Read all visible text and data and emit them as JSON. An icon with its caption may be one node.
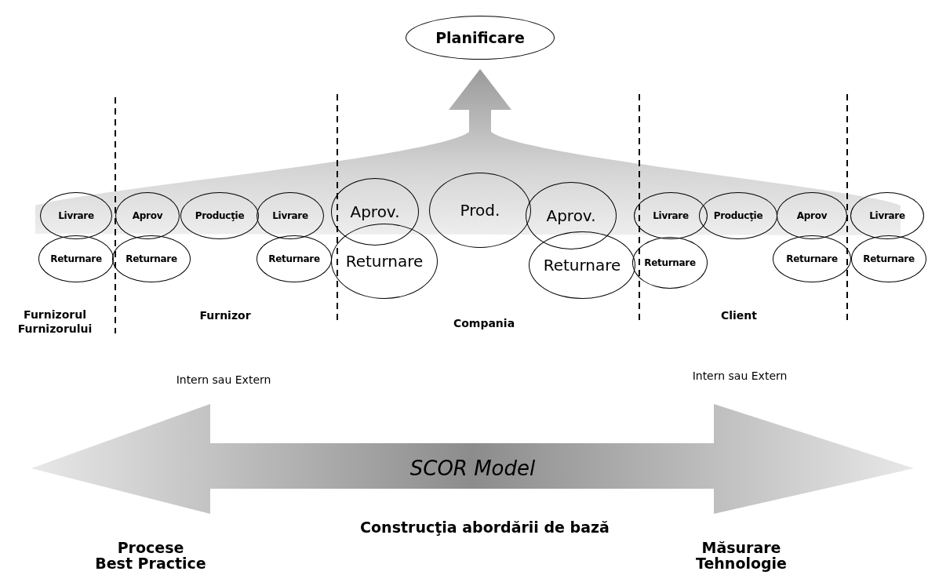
{
  "diagram": {
    "nodes": [
      {
        "text": [
          "Planificare"
        ]
      },
      {
        "text": [
          "Livrare"
        ]
      },
      {
        "text": [
          "Aprov"
        ]
      },
      {
        "text": [
          "Producţie"
        ]
      },
      {
        "text": [
          "Livrare"
        ]
      },
      {
        "text": [
          "Aprov."
        ]
      },
      {
        "text": [
          "Prod."
        ]
      },
      {
        "text": [
          "Aprov."
        ]
      },
      {
        "text": [
          "Livrare"
        ]
      },
      {
        "text": [
          "Producţie"
        ]
      },
      {
        "text": [
          "Aprov"
        ]
      },
      {
        "text": [
          "Livrare"
        ]
      },
      {
        "text": [
          "Returnare"
        ]
      },
      {
        "text": [
          "Returnare"
        ]
      },
      {
        "text": [
          "Returnare"
        ]
      },
      {
        "text": [
          "Returnare"
        ]
      },
      {
        "text": [
          "Returnare"
        ]
      },
      {
        "text": [
          "Returnare"
        ]
      },
      {
        "text": [
          "Returnare"
        ]
      },
      {
        "text": [
          "Returnare"
        ]
      },
      {
        "text": [
          "SCOR Model"
        ]
      }
    ],
    "labels": [
      "Furnizorul Furnizorului",
      "Furnizor",
      "Compania",
      "Client",
      "Intern sau Extern",
      "Intern sau Extern",
      "Construcţia abordării de bază",
      "Procese",
      "Măsurare",
      "Best Practice",
      "Tehnologie"
    ]
  }
}
